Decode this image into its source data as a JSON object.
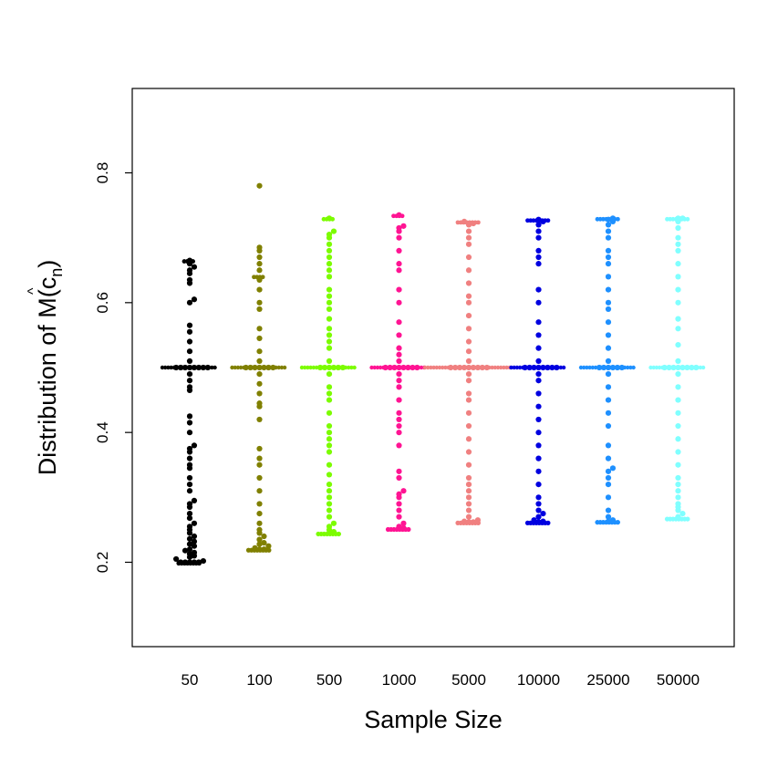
{
  "chart_data": {
    "type": "scatter",
    "title": "",
    "xlabel": "Sample Size",
    "ylabel": {
      "prefix": "Distribution of M(",
      "hat": "^",
      "var": "c",
      "sub": "n",
      "suffix": ")"
    },
    "ylim": [
      0.07,
      0.93
    ],
    "yticks": [
      "0.2",
      "0.4",
      "0.6",
      "0.8"
    ],
    "grid": false,
    "legend": "none",
    "categories": [
      "50",
      "100",
      "500",
      "1000",
      "5000",
      "10000",
      "25000",
      "50000"
    ],
    "series": [
      {
        "category": "50",
        "color": "#000000",
        "min": 0.2,
        "max": 0.665,
        "center": 0.5,
        "values": [
          0.2,
          0.2,
          0.2,
          0.2,
          0.2,
          0.202,
          0.205,
          0.208,
          0.21,
          0.213,
          0.215,
          0.218,
          0.22,
          0.225,
          0.228,
          0.232,
          0.236,
          0.24,
          0.245,
          0.25,
          0.255,
          0.26,
          0.268,
          0.275,
          0.285,
          0.29,
          0.295,
          0.31,
          0.32,
          0.33,
          0.345,
          0.35,
          0.36,
          0.37,
          0.375,
          0.38,
          0.4,
          0.415,
          0.425,
          0.465,
          0.47,
          0.48,
          0.49,
          0.5,
          0.5,
          0.5,
          0.5,
          0.5,
          0.5,
          0.5,
          0.5,
          0.51,
          0.525,
          0.54,
          0.555,
          0.565,
          0.6,
          0.605,
          0.63,
          0.635,
          0.645,
          0.65,
          0.655,
          0.66,
          0.665
        ]
      },
      {
        "category": "100",
        "color": "#808000",
        "min": 0.22,
        "max": 0.78,
        "center": 0.5,
        "values": [
          0.22,
          0.22,
          0.222,
          0.225,
          0.228,
          0.23,
          0.235,
          0.24,
          0.245,
          0.25,
          0.26,
          0.275,
          0.29,
          0.31,
          0.33,
          0.35,
          0.36,
          0.375,
          0.42,
          0.44,
          0.445,
          0.46,
          0.475,
          0.49,
          0.5,
          0.5,
          0.5,
          0.5,
          0.5,
          0.5,
          0.5,
          0.51,
          0.525,
          0.545,
          0.56,
          0.59,
          0.6,
          0.62,
          0.635,
          0.65,
          0.66,
          0.67,
          0.68,
          0.685,
          0.78
        ]
      },
      {
        "category": "500",
        "color": "#7cfc00",
        "min": 0.245,
        "max": 0.73,
        "center": 0.5,
        "values": [
          0.245,
          0.247,
          0.25,
          0.255,
          0.26,
          0.27,
          0.28,
          0.29,
          0.3,
          0.31,
          0.32,
          0.335,
          0.35,
          0.37,
          0.38,
          0.39,
          0.4,
          0.41,
          0.43,
          0.45,
          0.46,
          0.47,
          0.49,
          0.5,
          0.5,
          0.5,
          0.5,
          0.5,
          0.5,
          0.51,
          0.53,
          0.54,
          0.55,
          0.56,
          0.575,
          0.59,
          0.6,
          0.61,
          0.62,
          0.64,
          0.65,
          0.66,
          0.67,
          0.68,
          0.69,
          0.7,
          0.705,
          0.71,
          0.73
        ]
      },
      {
        "category": "1000",
        "color": "#ff1493",
        "min": 0.252,
        "max": 0.735,
        "center": 0.5,
        "values": [
          0.252,
          0.253,
          0.255,
          0.26,
          0.27,
          0.28,
          0.29,
          0.3,
          0.305,
          0.31,
          0.33,
          0.34,
          0.38,
          0.4,
          0.41,
          0.42,
          0.43,
          0.45,
          0.47,
          0.48,
          0.49,
          0.5,
          0.5,
          0.5,
          0.5,
          0.5,
          0.5,
          0.5,
          0.5,
          0.51,
          0.52,
          0.53,
          0.55,
          0.57,
          0.6,
          0.62,
          0.65,
          0.66,
          0.68,
          0.7,
          0.71,
          0.715,
          0.718,
          0.735
        ]
      },
      {
        "category": "5000",
        "color": "#f08080",
        "min": 0.262,
        "max": 0.725,
        "center": 0.5,
        "values": [
          0.262,
          0.262,
          0.263,
          0.265,
          0.27,
          0.28,
          0.29,
          0.3,
          0.31,
          0.32,
          0.33,
          0.35,
          0.37,
          0.39,
          0.41,
          0.43,
          0.45,
          0.46,
          0.48,
          0.49,
          0.5,
          0.5,
          0.5,
          0.5,
          0.5,
          0.5,
          0.5,
          0.5,
          0.5,
          0.51,
          0.525,
          0.54,
          0.56,
          0.58,
          0.6,
          0.61,
          0.63,
          0.65,
          0.67,
          0.69,
          0.7,
          0.71,
          0.72,
          0.722,
          0.725
        ]
      },
      {
        "category": "10000",
        "color": "#0000e0",
        "min": 0.262,
        "max": 0.728,
        "center": 0.5,
        "values": [
          0.262,
          0.263,
          0.265,
          0.27,
          0.275,
          0.28,
          0.29,
          0.3,
          0.32,
          0.34,
          0.36,
          0.38,
          0.4,
          0.42,
          0.44,
          0.46,
          0.48,
          0.49,
          0.5,
          0.5,
          0.5,
          0.5,
          0.5,
          0.5,
          0.5,
          0.5,
          0.51,
          0.53,
          0.55,
          0.57,
          0.6,
          0.62,
          0.66,
          0.67,
          0.68,
          0.7,
          0.71,
          0.72,
          0.725,
          0.728
        ]
      },
      {
        "category": "25000",
        "color": "#1e90ff",
        "min": 0.263,
        "max": 0.73,
        "center": 0.5,
        "values": [
          0.263,
          0.265,
          0.27,
          0.28,
          0.3,
          0.32,
          0.33,
          0.34,
          0.345,
          0.36,
          0.38,
          0.41,
          0.43,
          0.45,
          0.47,
          0.49,
          0.5,
          0.5,
          0.5,
          0.5,
          0.5,
          0.5,
          0.51,
          0.53,
          0.55,
          0.57,
          0.59,
          0.6,
          0.62,
          0.64,
          0.66,
          0.67,
          0.68,
          0.7,
          0.71,
          0.72,
          0.725,
          0.728,
          0.73
        ]
      },
      {
        "category": "50000",
        "color": "#80ffff",
        "min": 0.268,
        "max": 0.73,
        "center": 0.5,
        "values": [
          0.268,
          0.27,
          0.275,
          0.28,
          0.285,
          0.29,
          0.3,
          0.31,
          0.32,
          0.33,
          0.35,
          0.37,
          0.39,
          0.41,
          0.43,
          0.45,
          0.47,
          0.49,
          0.5,
          0.5,
          0.5,
          0.5,
          0.5,
          0.5,
          0.5,
          0.5,
          0.51,
          0.535,
          0.56,
          0.575,
          0.6,
          0.62,
          0.64,
          0.66,
          0.68,
          0.69,
          0.7,
          0.715,
          0.725,
          0.73,
          0.73
        ]
      }
    ]
  }
}
